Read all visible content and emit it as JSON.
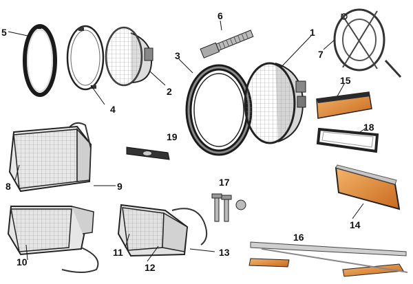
{
  "callouts": {
    "c1": "1",
    "c2": "2",
    "c3": "3",
    "c4": "4",
    "c5": "5",
    "c6": "6",
    "c7": "7",
    "c8": "8",
    "c9": "9",
    "c10": "10",
    "c11": "11",
    "c12": "12",
    "c13": "13",
    "c14": "14",
    "c15": "15",
    "c16": "16",
    "c17": "17",
    "c18": "18",
    "c19": "19"
  },
  "colors": {
    "outline": "#1a1a1a",
    "amber": "#e0903a",
    "amber_dark": "#b8631a",
    "chrome": "#c8c8c8",
    "lens": "#e9e9e9",
    "bracket": "#5a5a5a"
  }
}
